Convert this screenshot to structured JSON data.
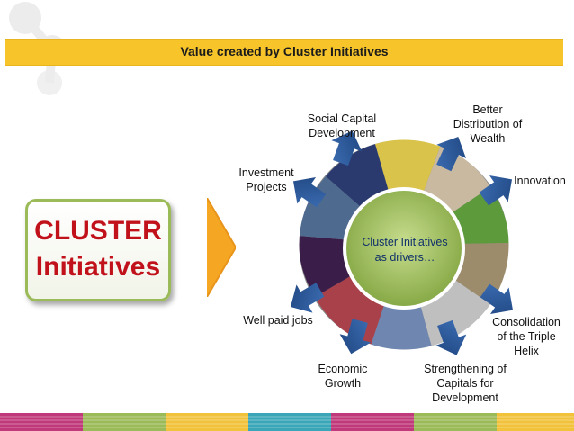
{
  "header": {
    "title": "Value created by Cluster Initiatives"
  },
  "left_box": {
    "line1": "CLUSTER",
    "line2": "Initiatives"
  },
  "center": {
    "line1": "Cluster Initiatives",
    "line2": "as drivers…"
  },
  "outcomes": {
    "social_capital": [
      "Social Capital",
      "Development"
    ],
    "better_distribution": [
      "Better",
      "Distribution of",
      "Wealth"
    ],
    "innovation": [
      "Innovation"
    ],
    "investment_projects": [
      "Investment",
      "Projects"
    ],
    "well_paid_jobs": [
      "Well paid jobs"
    ],
    "economic_growth": [
      "Economic",
      "Growth"
    ],
    "strengthening": [
      "Strengthening of",
      "Capitals for",
      "Development"
    ],
    "consolidation": [
      "Consolidation",
      "of the Triple",
      "Helix"
    ]
  },
  "colors": {
    "banner": "#f7c52a",
    "arrow": "#2e5d9f",
    "cluster_text": "#c1121c",
    "cluster_border": "#9bbb59",
    "center_circle": "#9bbb59",
    "chevron": "#f5a623"
  }
}
